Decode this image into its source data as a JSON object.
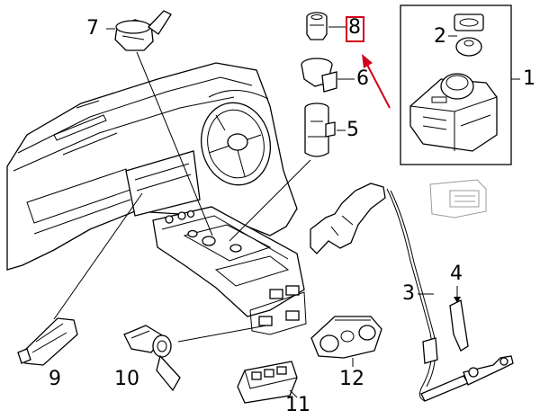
{
  "callouts": [
    {
      "id": "c1",
      "text": "1"
    },
    {
      "id": "c2",
      "text": "2"
    },
    {
      "id": "c3",
      "text": "3"
    },
    {
      "id": "c4",
      "text": "4"
    },
    {
      "id": "c5",
      "text": "5"
    },
    {
      "id": "c6",
      "text": "6"
    },
    {
      "id": "c7",
      "text": "7"
    },
    {
      "id": "c8",
      "text": "8"
    },
    {
      "id": "c9",
      "text": "9"
    },
    {
      "id": "c10",
      "text": "10"
    },
    {
      "id": "c11",
      "text": "11"
    },
    {
      "id": "c12",
      "text": "12"
    }
  ],
  "highlight": {
    "target": "8",
    "color": "#d0021b"
  }
}
